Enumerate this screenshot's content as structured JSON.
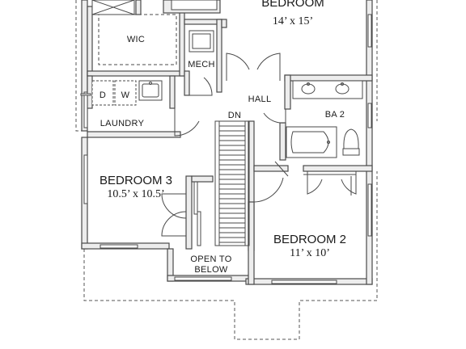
{
  "rooms": {
    "bedroom_main": {
      "name": "BEDROOM",
      "dim": "14’ x 15’"
    },
    "wic": "WIC",
    "mech": "MECH",
    "hall": "HALL",
    "ba2": "BA 2",
    "dryer": "D",
    "washer": "W",
    "laundry": "LAUNDRY",
    "stair_dn": "DN",
    "bedroom3": {
      "name": "BEDROOM 3",
      "dim": "10.5’ x 10.5’"
    },
    "bedroom2": {
      "name": "BEDROOM 2",
      "dim": "11’ x 10’"
    },
    "open_to_below": {
      "line1": "OPEN TO",
      "line2": "BELOW"
    }
  }
}
